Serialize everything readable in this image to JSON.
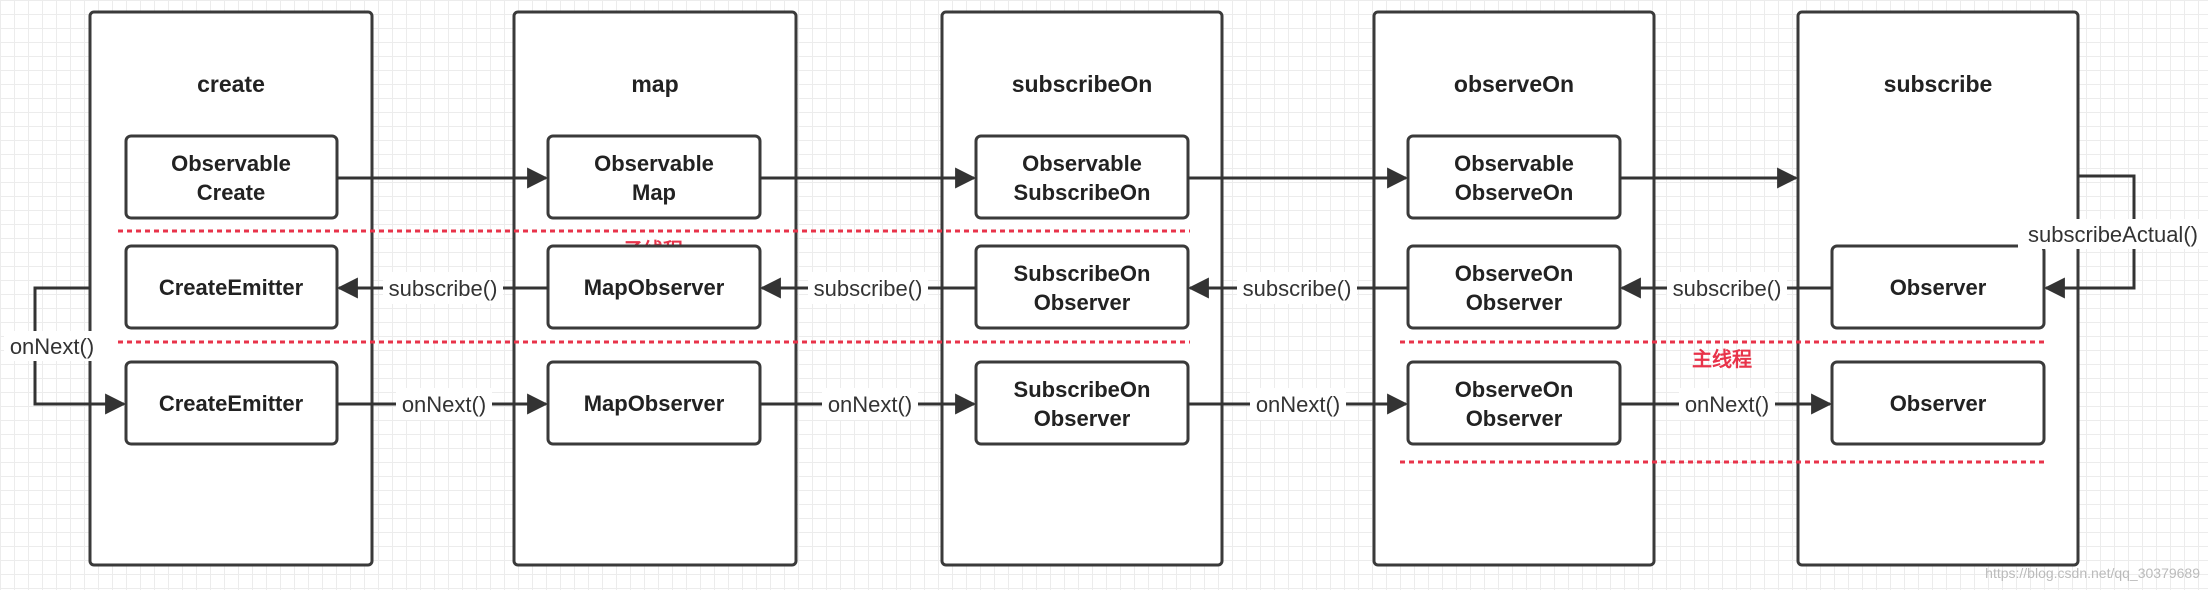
{
  "columns": [
    {
      "title": "create"
    },
    {
      "title": "map"
    },
    {
      "title": "subscribeOn"
    },
    {
      "title": "observeOn"
    },
    {
      "title": "subscribe"
    }
  ],
  "nodes": {
    "observable_create": [
      "Observable",
      "Create"
    ],
    "observable_map": [
      "Observable",
      "Map"
    ],
    "observable_subscribe_on": [
      "Observable",
      "SubscribeOn"
    ],
    "observable_observe_on": [
      "Observable",
      "ObserveOn"
    ],
    "create_emitter_subscribe": [
      "CreateEmitter"
    ],
    "map_observer_subscribe": [
      "MapObserver"
    ],
    "subscribe_on_observer_subscribe": [
      "SubscribeOn",
      "Observer"
    ],
    "observe_on_observer_subscribe": [
      "ObserveOn",
      "Observer"
    ],
    "observer_subscribe": [
      "Observer"
    ],
    "create_emitter_next": [
      "CreateEmitter"
    ],
    "map_observer_next": [
      "MapObserver"
    ],
    "subscribe_on_observer_next": [
      "SubscribeOn",
      "Observer"
    ],
    "observe_on_observer_next": [
      "ObserveOn",
      "Observer"
    ],
    "observer_next": [
      "Observer"
    ]
  },
  "edge_labels": {
    "subscribe": "subscribe()",
    "on_next": "onNext()",
    "subscribe_actual": "subscribeActual()"
  },
  "thread_labels": {
    "child_thread": "子线程",
    "main_thread": "主线程"
  },
  "watermark": "https://blog.csdn.net/qq_30379689",
  "colors": {
    "stroke": "#3a3a3a",
    "thread_marker": "#e8334a",
    "grid": "#ececec"
  }
}
